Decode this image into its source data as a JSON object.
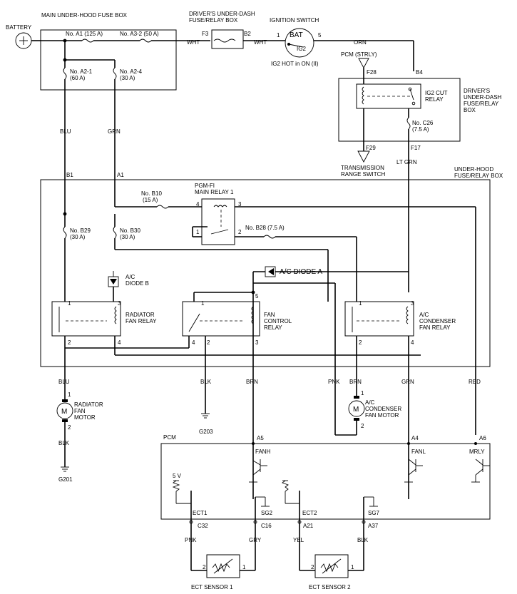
{
  "battery": "BATTERY",
  "boxes": {
    "main_fuse": "MAIN UNDER-HOOD FUSE BOX",
    "dash_fuse": [
      "DRIVER'S UNDER-DASH",
      "FUSE/RELAY BOX"
    ],
    "dash_fuse2": [
      "DRIVER'S",
      "UNDER-DASH",
      "FUSE/RELAY",
      "BOX"
    ],
    "hood_relay": [
      "UNDER-HOOD",
      "FUSE/RELAY BOX"
    ],
    "pcm": "PCM"
  },
  "ignition": {
    "title": "IGNITION SWITCH",
    "bat": "BAT",
    "ig2": "IG2",
    "pin1": "1",
    "pin5": "5",
    "note": "IG2 HOT in ON (II)"
  },
  "fuses": {
    "a1": "No. A1 (125 A)",
    "a32": "No. A3-2 (50 A)",
    "a21": [
      "No. A2-1",
      "(60 A)"
    ],
    "a24": [
      "No. A2-4",
      "(30 A)"
    ],
    "c26": [
      "No. C26",
      "(7.5 A)"
    ],
    "b10": [
      "No. B10",
      "(15 A)"
    ],
    "b28": "No. B28 (7.5 A)",
    "b29": [
      "No. B29",
      "(30 A)"
    ],
    "b30": [
      "No. B30",
      "(30 A)"
    ]
  },
  "wires": {
    "wht": "WHT",
    "orn": "ORN",
    "blu": "BLU",
    "grn": "GRN",
    "ltgrn": "LT GRN",
    "blk": "BLK",
    "brn": "BRN",
    "pnk": "PNK",
    "red": "RED",
    "yel": "YEL",
    "gry": "GRY"
  },
  "terminals": {
    "f3": "F3",
    "b2": "B2",
    "f28": "F28",
    "b4": "B4",
    "f29": "F29",
    "f17": "F17",
    "b1": "B1",
    "a1": "A1",
    "a5": "A5",
    "a4": "A4",
    "a6": "A6",
    "c32": "C32",
    "c16": "C16",
    "a21": "A21",
    "a37": "A37"
  },
  "relays": {
    "pcm_strly": "PCM (STRLY)",
    "ig2_cut": [
      "IG2 CUT",
      "RELAY"
    ],
    "trans_switch": [
      "TRANSMISSION",
      "RANGE SWITCH"
    ],
    "pgm_fi": [
      "PGM-FI",
      "MAIN RELAY 1"
    ],
    "radiator": [
      "RADIATOR",
      "FAN RELAY"
    ],
    "fan_control": [
      "FAN",
      "CONTROL",
      "RELAY"
    ],
    "ac_condenser": [
      "A/C",
      "CONDENSER",
      "FAN RELAY"
    ],
    "diode_a": "A/C DIODE A",
    "diode_b": [
      "A/C",
      "DIODE B"
    ]
  },
  "motors": {
    "radiator": [
      "RADIATOR",
      "FAN",
      "MOTOR"
    ],
    "ac": [
      "A/C",
      "CONDENSER",
      "FAN MOTOR"
    ],
    "m": "M"
  },
  "grounds": {
    "g201": "G201",
    "g203": "G203"
  },
  "pcm_pins": {
    "fanh": "FANH",
    "fanl": "FANL",
    "mrly": "MRLY",
    "ect1": "ECT1",
    "sg2": "SG2",
    "ect2": "ECT2",
    "sg7": "SG7",
    "v5": "5 V"
  },
  "sensors": {
    "ect1": "ECT SENSOR 1",
    "ect2": "ECT SENSOR 2"
  },
  "pins": {
    "p1": "1",
    "p2": "2",
    "p3": "3",
    "p4": "4",
    "p5": "5"
  }
}
